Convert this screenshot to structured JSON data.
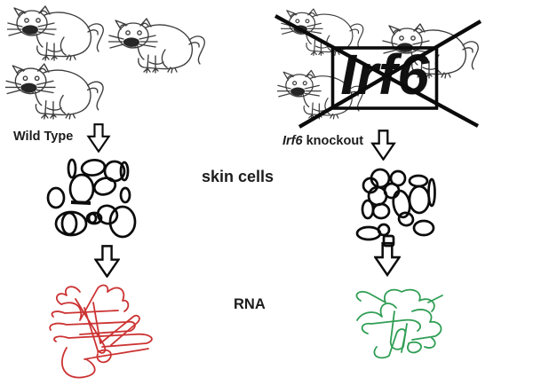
{
  "diagram": {
    "wild_type": {
      "label": "Wild Type",
      "mice_count": 3,
      "rna_color": "#cc3333"
    },
    "knockout": {
      "gene": "Irf6",
      "label_rest": "knockout",
      "box_gene": "Irf6",
      "mice_count": 3,
      "rna_color": "#2f9e54"
    },
    "steps": {
      "cells_label": "skin cells",
      "rna_label": "RNA"
    },
    "ink_color": "#000000",
    "background": "#ffffff"
  }
}
